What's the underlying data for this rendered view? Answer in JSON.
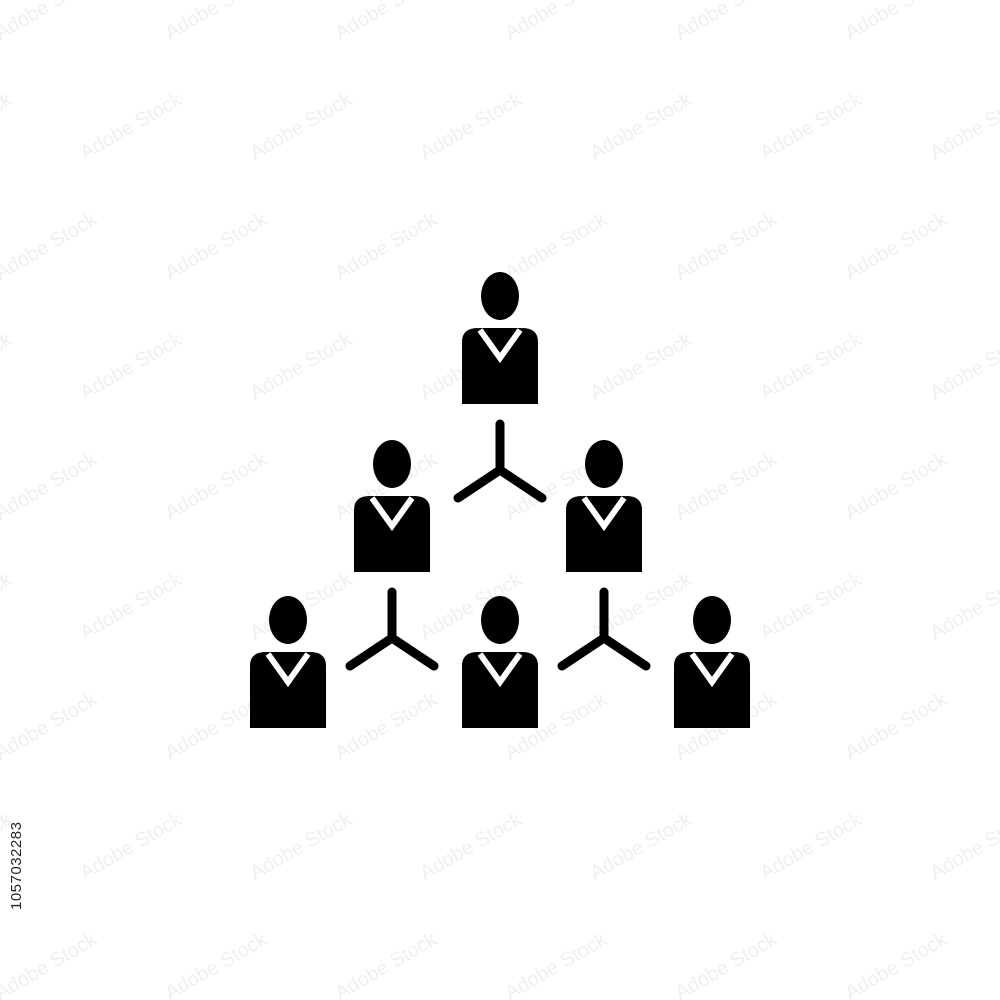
{
  "image": {
    "background": "#ffffff",
    "icon_color": "#000000",
    "watermark_color": "#dcdcdc"
  },
  "icon": {
    "name": "hierarchy-team-icon",
    "people_count": 6,
    "connector_count": 3
  },
  "stock_id": "1057032283",
  "watermark": {
    "text": "Adobe Stock"
  }
}
